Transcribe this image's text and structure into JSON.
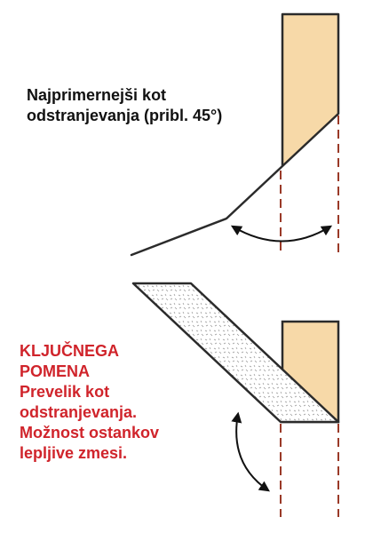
{
  "captions": {
    "correct": {
      "lines": [
        "Najprimernejši kot",
        "odstranjevanja (pribl. 45°)"
      ]
    },
    "warning": {
      "lines": [
        "KLJUČNEGA",
        "POMENA",
        "Prevelik kot",
        "odstranjevanja.",
        "Možnost ostankov",
        "lepljive zmesi."
      ]
    }
  },
  "colors": {
    "tape": "#f7d9a8",
    "outline": "#2b2b2b",
    "guide": "#9a3a28",
    "warning_text": "#d0242b",
    "text": "#111111"
  }
}
